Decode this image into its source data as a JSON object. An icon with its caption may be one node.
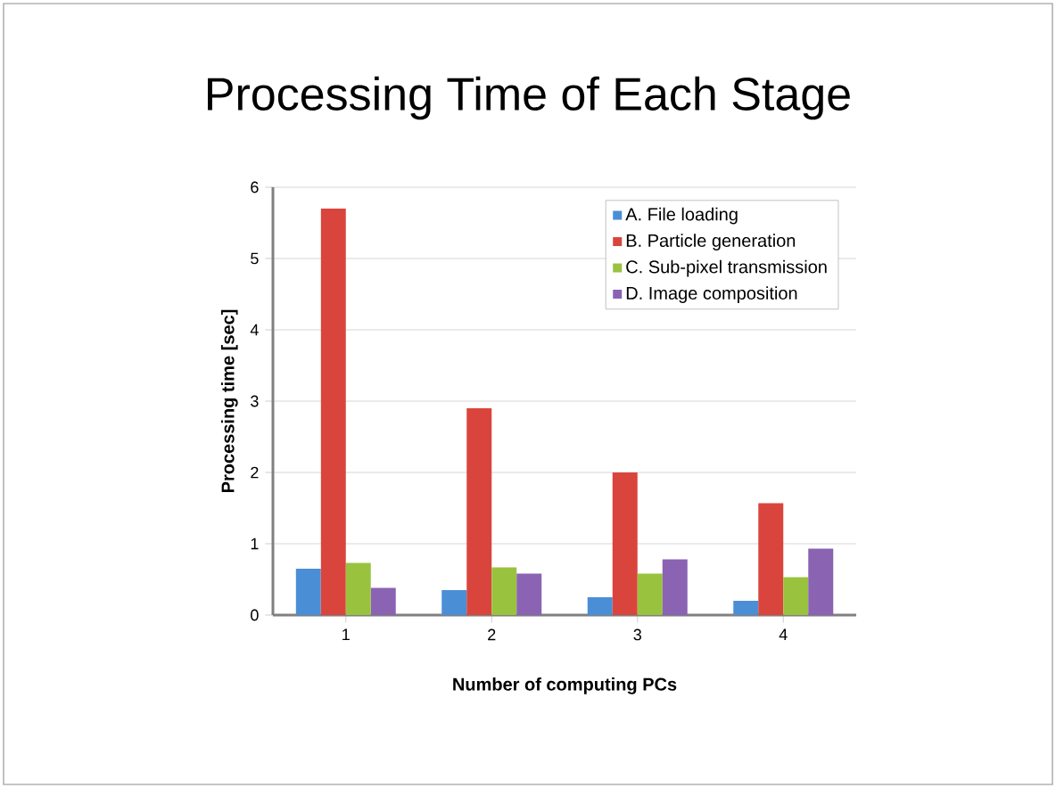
{
  "diagram": {
    "title": "Processing Time of Each Stage",
    "chart_data": {
      "type": "bar",
      "xlabel": "Number of computing PCs",
      "ylabel": "Processing time [sec]",
      "categories": [
        "1",
        "2",
        "3",
        "4"
      ],
      "series": [
        {
          "name": "A. File loading",
          "color": "#4a8ed6",
          "values": [
            0.65,
            0.35,
            0.25,
            0.2
          ]
        },
        {
          "name": "B. Particle generation",
          "color": "#d9453c",
          "values": [
            5.7,
            2.9,
            2.0,
            1.57
          ]
        },
        {
          "name": "C. Sub-pixel transmission",
          "color": "#99c23e",
          "values": [
            0.73,
            0.67,
            0.58,
            0.53
          ]
        },
        {
          "name": "D. Image composition",
          "color": "#8a63b3",
          "values": [
            0.38,
            0.58,
            0.78,
            0.93
          ]
        }
      ],
      "ylim": [
        0,
        6
      ],
      "yticks": [
        0,
        1,
        2,
        3,
        4,
        5,
        6
      ],
      "grid": true,
      "legend": "top right"
    }
  }
}
